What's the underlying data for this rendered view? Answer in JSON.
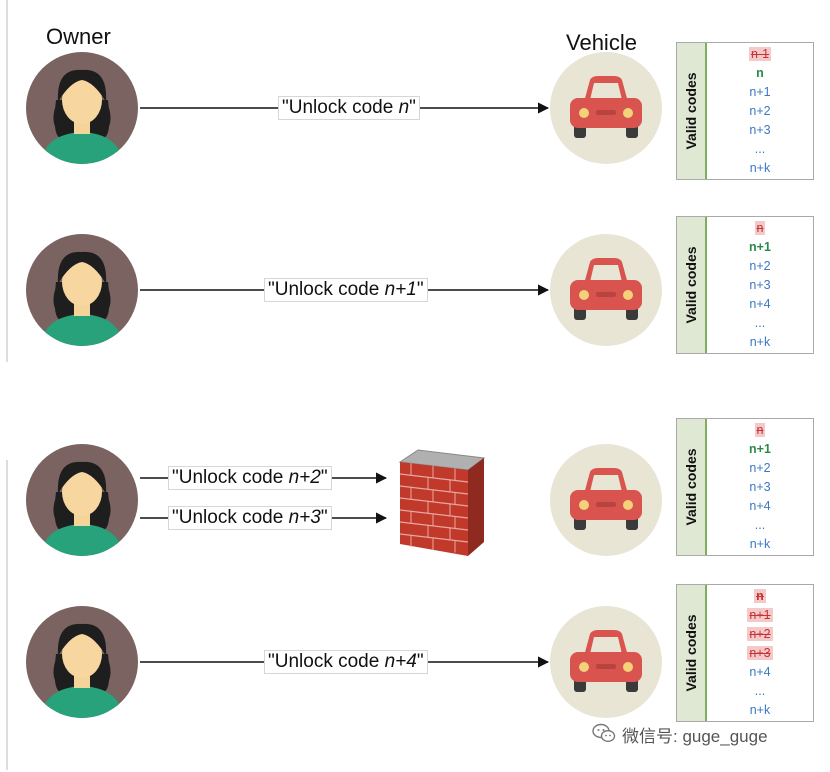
{
  "headers": {
    "owner": "Owner",
    "vehicle": "Vehicle"
  },
  "code_panel_label": "Valid codes",
  "rows": [
    {
      "messages": [
        {
          "prefix": "\"Unlock code ",
          "code": "n",
          "suffix": "\""
        }
      ],
      "blocked": false,
      "codes": [
        {
          "text": "n-1",
          "state": "revoked"
        },
        {
          "text": "n",
          "state": "current"
        },
        {
          "text": "n+1",
          "state": "normal"
        },
        {
          "text": "n+2",
          "state": "normal"
        },
        {
          "text": "n+3",
          "state": "normal"
        },
        {
          "text": "...",
          "state": "normal"
        },
        {
          "text": "n+k",
          "state": "normal"
        }
      ]
    },
    {
      "messages": [
        {
          "prefix": "\"Unlock code ",
          "code": "n+1",
          "suffix": "\""
        }
      ],
      "blocked": false,
      "codes": [
        {
          "text": "n",
          "state": "revoked"
        },
        {
          "text": "n+1",
          "state": "current"
        },
        {
          "text": "n+2",
          "state": "normal"
        },
        {
          "text": "n+3",
          "state": "normal"
        },
        {
          "text": "n+4",
          "state": "normal"
        },
        {
          "text": "...",
          "state": "normal"
        },
        {
          "text": "n+k",
          "state": "normal"
        }
      ]
    },
    {
      "messages": [
        {
          "prefix": "\"Unlock code ",
          "code": "n+2",
          "suffix": "\""
        },
        {
          "prefix": "\"Unlock code ",
          "code": "n+3",
          "suffix": "\""
        }
      ],
      "blocked": true,
      "codes": [
        {
          "text": "n",
          "state": "revoked"
        },
        {
          "text": "n+1",
          "state": "current"
        },
        {
          "text": "n+2",
          "state": "normal"
        },
        {
          "text": "n+3",
          "state": "normal"
        },
        {
          "text": "n+4",
          "state": "normal"
        },
        {
          "text": "...",
          "state": "normal"
        },
        {
          "text": "n+k",
          "state": "normal"
        }
      ]
    },
    {
      "messages": [
        {
          "prefix": "\"Unlock code ",
          "code": "n+4",
          "suffix": "\""
        }
      ],
      "blocked": false,
      "codes": [
        {
          "text": "n",
          "state": "revoked"
        },
        {
          "text": "n+1",
          "state": "revoked"
        },
        {
          "text": "n+2",
          "state": "revoked"
        },
        {
          "text": "n+3",
          "state": "revoked"
        },
        {
          "text": "n+4",
          "state": "normal"
        },
        {
          "text": "...",
          "state": "normal"
        },
        {
          "text": "n+k",
          "state": "normal"
        }
      ]
    }
  ],
  "watermark": "微信号: guge_guge",
  "colors": {
    "owner_circle": "#7a6360",
    "vehicle_circle": "#e8e5d5",
    "car": "#d9534f",
    "wall": "#c0392b",
    "current_code": "#2a8a4a",
    "normal_code": "#3c78c4",
    "revoked_code": "#c83232"
  }
}
